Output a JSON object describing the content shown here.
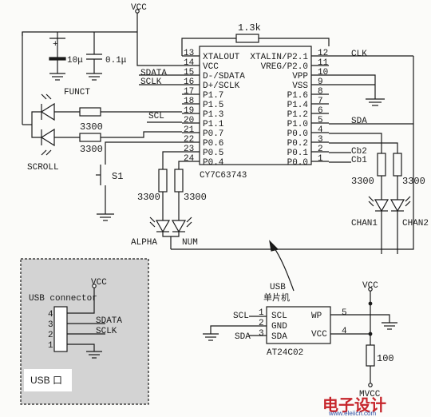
{
  "colors": {
    "ink": "#1a1a1a",
    "panel": "#d3d3d3",
    "watermark_red": "#c6252b",
    "watermark_blue": "#2c4fa3"
  },
  "vcc_label": "VCC",
  "mvcc_label": "MVCC",
  "resistor_top": "1.3k",
  "caps": {
    "c1": "10μ",
    "c2": "0.1μ"
  },
  "leds": {
    "funct": "FUNCT",
    "scroll": "SCROLL",
    "alpha": "ALPHA",
    "num": "NUM",
    "chan1": "CHAN1",
    "chan2": "CHAN2"
  },
  "resistors": {
    "r_led1": "3300",
    "r_led2": "3300",
    "r_alpha": "3300",
    "r_num": "3300",
    "r_chan1": "3300",
    "r_chan2": "3300",
    "r_mvcc": "100"
  },
  "switch": "S1",
  "chip": {
    "name": "CY7C63743",
    "left_pins": [
      {
        "num": "13",
        "label": "XTALOUT"
      },
      {
        "num": "14",
        "label": "VCC"
      },
      {
        "num": "15",
        "label": "D-/SDATA"
      },
      {
        "num": "16",
        "label": "D+/SCLK"
      },
      {
        "num": "17",
        "label": "P1.7"
      },
      {
        "num": "18",
        "label": "P1.5"
      },
      {
        "num": "19",
        "label": "P1.3"
      },
      {
        "num": "20",
        "label": "P1.1"
      },
      {
        "num": "21",
        "label": "P0.7"
      },
      {
        "num": "22",
        "label": "P0.6"
      },
      {
        "num": "23",
        "label": "P0.5"
      },
      {
        "num": "24",
        "label": "P0.4"
      }
    ],
    "right_pins": [
      {
        "num": "12",
        "label": "XTALIN/P2.1"
      },
      {
        "num": "11",
        "label": "VREG/P2.0"
      },
      {
        "num": "10",
        "label": "VPP"
      },
      {
        "num": "9",
        "label": "VSS"
      },
      {
        "num": "8",
        "label": "P1.6"
      },
      {
        "num": "7",
        "label": "P1.4"
      },
      {
        "num": "6",
        "label": "P1.2"
      },
      {
        "num": "5",
        "label": "P1.0"
      },
      {
        "num": "4",
        "label": "P0.0"
      },
      {
        "num": "3",
        "label": "P0.2"
      },
      {
        "num": "2",
        "label": "P0.1"
      },
      {
        "num": "1",
        "label": "P0.0"
      }
    ]
  },
  "nets": {
    "sdata": "SDATA",
    "sclk": "SCLK",
    "scl": "SCL",
    "sda": "SDA",
    "clk": "CLK",
    "cb2": "Cb2",
    "cb1": "Cb1"
  },
  "usb_box": {
    "title": "USB connector",
    "sdata": "SDATA",
    "sclk": "SCLK",
    "pins": [
      "4",
      "3",
      "2",
      "1"
    ],
    "port_label": "USB 口",
    "vcc": "VCC"
  },
  "eeprom": {
    "caption_line1": "USB",
    "caption_line2": "单片机",
    "name": "AT24C02",
    "pins_left": [
      {
        "num": "1",
        "label": "SCL"
      },
      {
        "num": "2",
        "label": "GND"
      },
      {
        "num": "3",
        "label": "SDA"
      }
    ],
    "pins_right": [
      {
        "num": "5",
        "label": "WP"
      },
      {
        "num": "4",
        "label": "VCC"
      }
    ],
    "ext_scl": "SCL",
    "ext_sda": "SDA"
  },
  "watermark": {
    "text": "电子设计",
    "url": "www.eleiicn.com"
  }
}
